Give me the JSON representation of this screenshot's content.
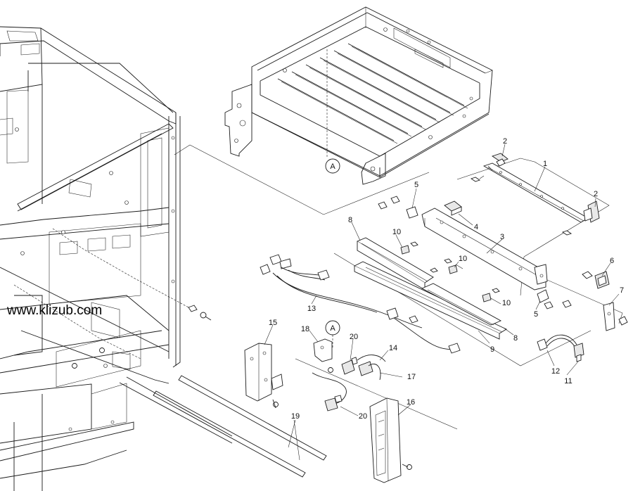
{
  "watermark": "www.klizub.com",
  "reference_marker": "A",
  "callouts": {
    "c1": "1",
    "c2a": "2",
    "c2b": "2",
    "c3": "3",
    "c4": "4",
    "c5a": "5",
    "c5b": "5",
    "c6": "6",
    "c7": "7",
    "c8a": "8",
    "c8b": "8",
    "c9": "9",
    "c10a": "10",
    "c10b": "10",
    "c10c": "10",
    "c11": "11",
    "c12": "12",
    "c13": "13",
    "c14": "14",
    "c15": "15",
    "c16": "16",
    "c17": "17",
    "c18": "18",
    "c19": "19",
    "c20a": "20",
    "c20b": "20"
  }
}
